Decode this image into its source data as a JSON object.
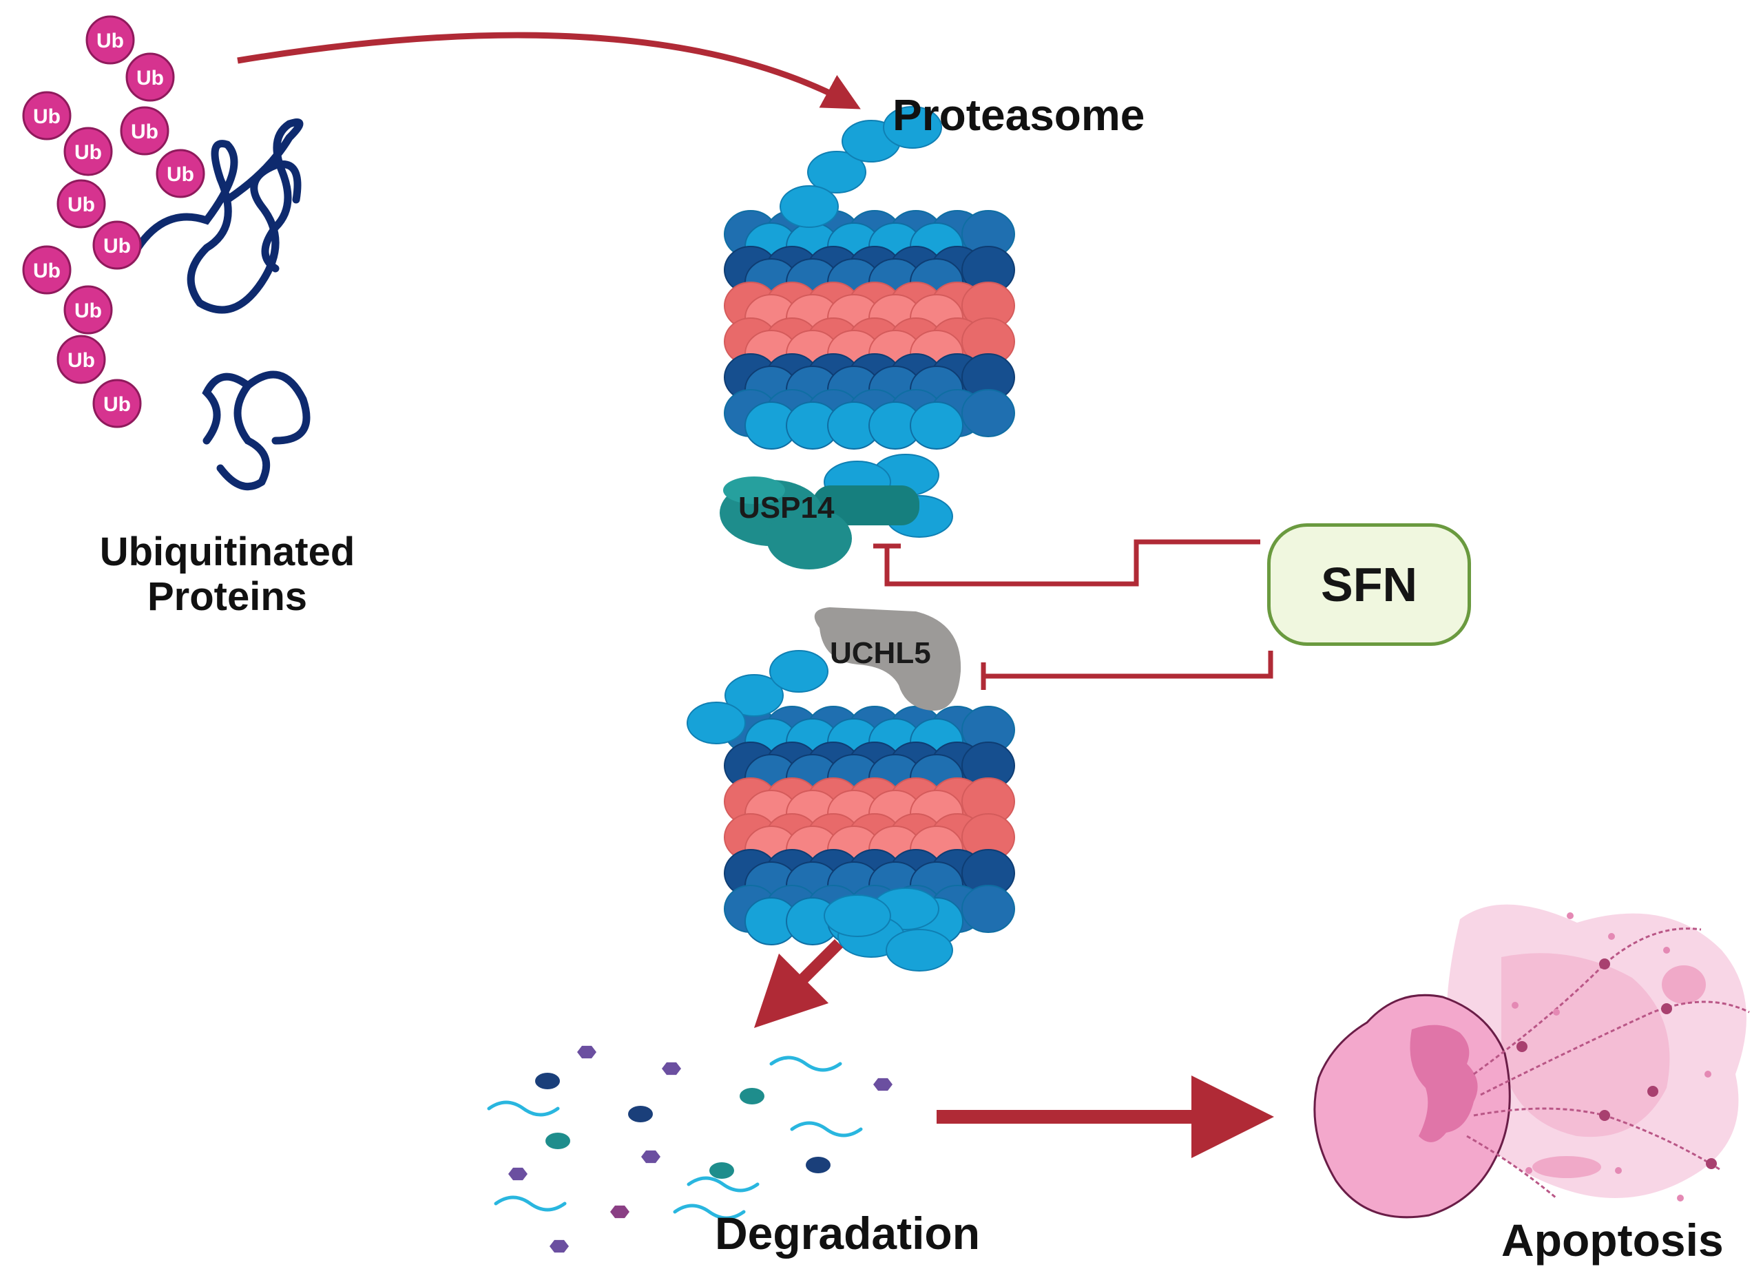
{
  "labels": {
    "proteasome": "Proteasome",
    "ubiquitinated_proteins": [
      "Ubiquitinated",
      "Proteins"
    ],
    "usp14": "USP14",
    "uchl5": "UCHL5",
    "sfn": "SFN",
    "degradation": "Degradation",
    "apoptosis": "Apoptosis",
    "ubiquitin": "Ub"
  },
  "colors": {
    "arrow": "#b02a36",
    "ubiquitin": "#d6338f",
    "protein_chain": "#0e2a6e",
    "proteasome_light": "#17a2d8",
    "proteasome_mid": "#1f6fb0",
    "proteasome_dark": "#164f8f",
    "proteasome_core": "#f58484",
    "usp14": "#1e8d8c",
    "uchl5": "#9c9a98",
    "sfn_border": "#6a9a3f",
    "sfn_fill": "#f0f7df",
    "apoptotic_cell": "#f3a8cc"
  }
}
